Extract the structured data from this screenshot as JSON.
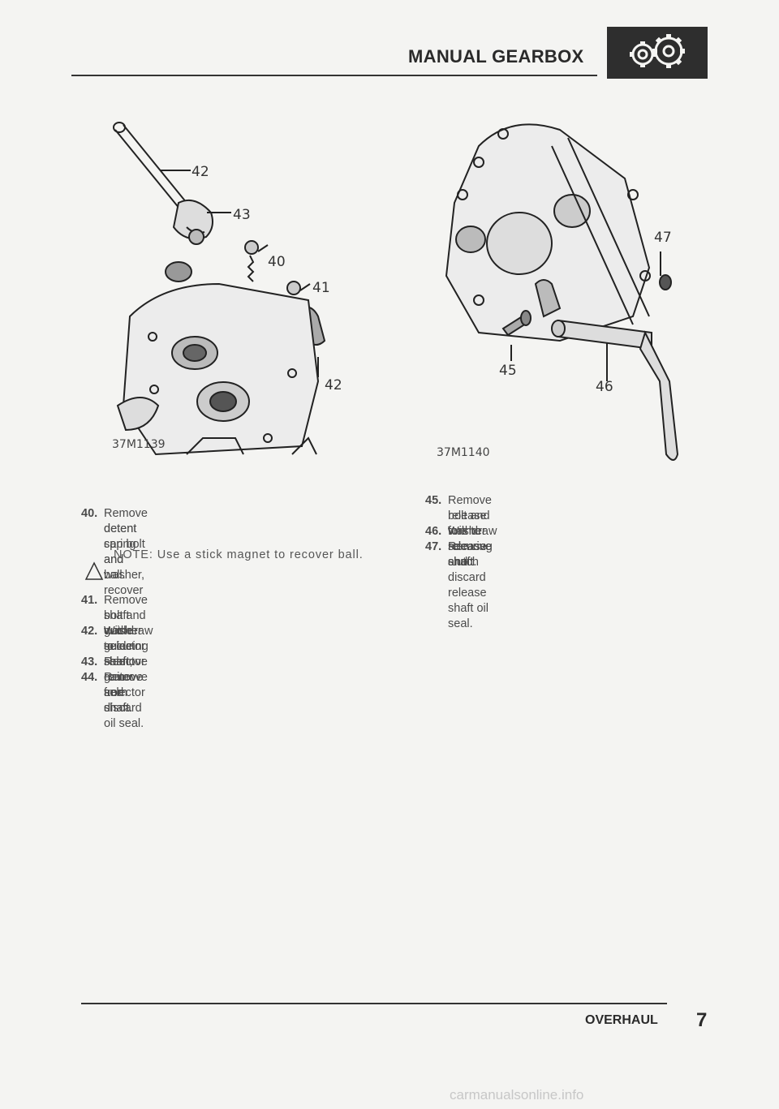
{
  "header": {
    "title": "MANUAL GEARBOX",
    "icon": "gearbox-gears-icon"
  },
  "figures": [
    {
      "ref": "37M1139",
      "callouts": {
        "c42a": "42",
        "c43": "43",
        "c40": "40",
        "c41": "41",
        "c42b": "42"
      }
    },
    {
      "ref": "37M1140",
      "callouts": {
        "c47": "47",
        "c45": "45",
        "c46": "46"
      }
    }
  ],
  "steps_left": [
    {
      "num": "40.",
      "lines": [
        "Remove detent cap bolt and washer, recover",
        "detent spring and ball."
      ]
    },
    {
      "num": "41.",
      "lines": [
        "Remove bolt and washer securing selector",
        "shaft guide to shaft."
      ]
    },
    {
      "num": "42.",
      "lines": [
        "Withdraw selector shaft; remove selector shaft",
        "guide."
      ]
    },
    {
      "num": "43.",
      "lines": [
        "Remove gaiter from shaft."
      ]
    },
    {
      "num": "44.",
      "lines": [
        "Remove and discard oil seal."
      ]
    }
  ],
  "note": {
    "text": "NOTE: Use a stick magnet to recover ball.",
    "icon": "caution-triangle-icon"
  },
  "steps_right": [
    {
      "num": "45.",
      "lines": [
        "Remove bolt and washer securing clutch",
        "release fork to release shaft."
      ]
    },
    {
      "num": "46.",
      "lines": [
        "Withdraw release shaft."
      ]
    },
    {
      "num": "47.",
      "lines": [
        "Remove and discard release shaft oil seal."
      ]
    }
  ],
  "footer": {
    "section": "OVERHAUL",
    "page": "7"
  },
  "watermark": "carmanualsonline.info"
}
